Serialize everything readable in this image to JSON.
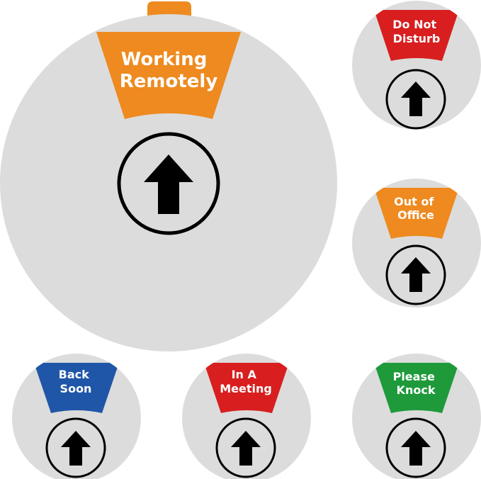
{
  "signs": [
    {
      "id": "working-remotely",
      "lines": [
        "Working",
        "Remotely"
      ],
      "color": "#ee8a1f"
    },
    {
      "id": "do-not-disturb",
      "lines": [
        "Do Not",
        "Disturb"
      ],
      "color": "#d81e1e"
    },
    {
      "id": "out-of-office",
      "lines": [
        "Out of",
        "Office"
      ],
      "color": "#ee8a1f"
    },
    {
      "id": "back-soon",
      "lines": [
        "Back",
        "Soon"
      ],
      "color": "#1f56a8"
    },
    {
      "id": "in-a-meeting",
      "lines": [
        "In A",
        "Meeting"
      ],
      "color": "#d81e1e"
    },
    {
      "id": "please-knock",
      "lines": [
        "Please",
        "Knock"
      ],
      "color": "#1e9a3b"
    }
  ],
  "colors": {
    "disc": "#dcdcdc",
    "disc_edge": "#c8c8c8",
    "arrow": "#000000",
    "tab": "#ee8a1f"
  },
  "icons": {
    "arrow": "up-arrow-icon"
  }
}
